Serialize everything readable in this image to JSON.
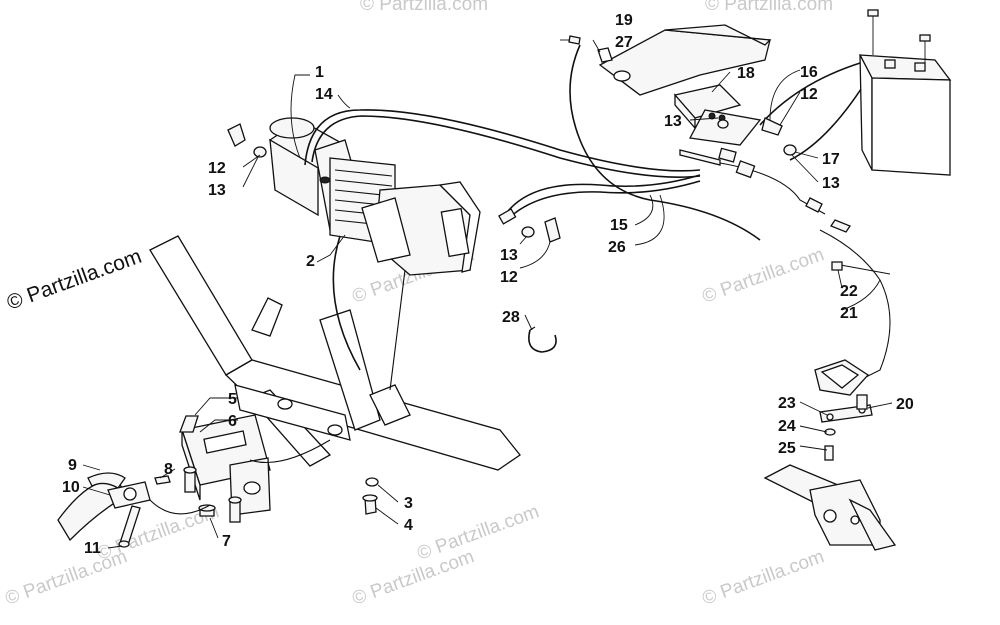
{
  "credit": "© Partzilla.com",
  "watermark": "© Partzilla.com",
  "callouts": [
    {
      "id": "19",
      "label": "19"
    },
    {
      "id": "27",
      "label": "27"
    },
    {
      "id": "1",
      "label": "1"
    },
    {
      "id": "14",
      "label": "14"
    },
    {
      "id": "18",
      "label": "18"
    },
    {
      "id": "16",
      "label": "16"
    },
    {
      "id": "12a",
      "label": "12"
    },
    {
      "id": "13a",
      "label": "13"
    },
    {
      "id": "12b",
      "label": "12"
    },
    {
      "id": "13b",
      "label": "13"
    },
    {
      "id": "17",
      "label": "17"
    },
    {
      "id": "13c",
      "label": "13"
    },
    {
      "id": "15",
      "label": "15"
    },
    {
      "id": "26",
      "label": "26"
    },
    {
      "id": "13d",
      "label": "13"
    },
    {
      "id": "12c",
      "label": "12"
    },
    {
      "id": "2",
      "label": "2"
    },
    {
      "id": "22",
      "label": "22"
    },
    {
      "id": "21",
      "label": "21"
    },
    {
      "id": "28",
      "label": "28"
    },
    {
      "id": "5",
      "label": "5"
    },
    {
      "id": "6",
      "label": "6"
    },
    {
      "id": "23",
      "label": "23"
    },
    {
      "id": "20",
      "label": "20"
    },
    {
      "id": "24",
      "label": "24"
    },
    {
      "id": "25",
      "label": "25"
    },
    {
      "id": "9",
      "label": "9"
    },
    {
      "id": "8",
      "label": "8"
    },
    {
      "id": "10",
      "label": "10"
    },
    {
      "id": "3",
      "label": "3"
    },
    {
      "id": "4",
      "label": "4"
    },
    {
      "id": "7",
      "label": "7"
    },
    {
      "id": "11",
      "label": "11"
    }
  ]
}
